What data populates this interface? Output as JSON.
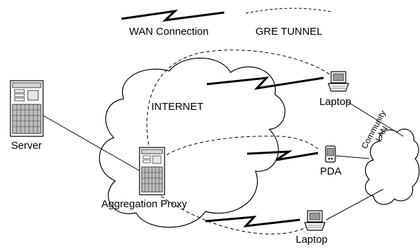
{
  "legend": {
    "wan_label": "WAN Connection",
    "gre_label": "GRE TUNNEL"
  },
  "nodes": {
    "server_label": "Server",
    "internet_label": "INTERNET",
    "proxy_label": "Aggregation Proxy",
    "laptop_top_label": "Laptop",
    "pda_label": "PDA",
    "laptop_bottom_label": "Laptop",
    "community_lan_line1": "Community",
    "community_lan_line2": "LAN"
  }
}
